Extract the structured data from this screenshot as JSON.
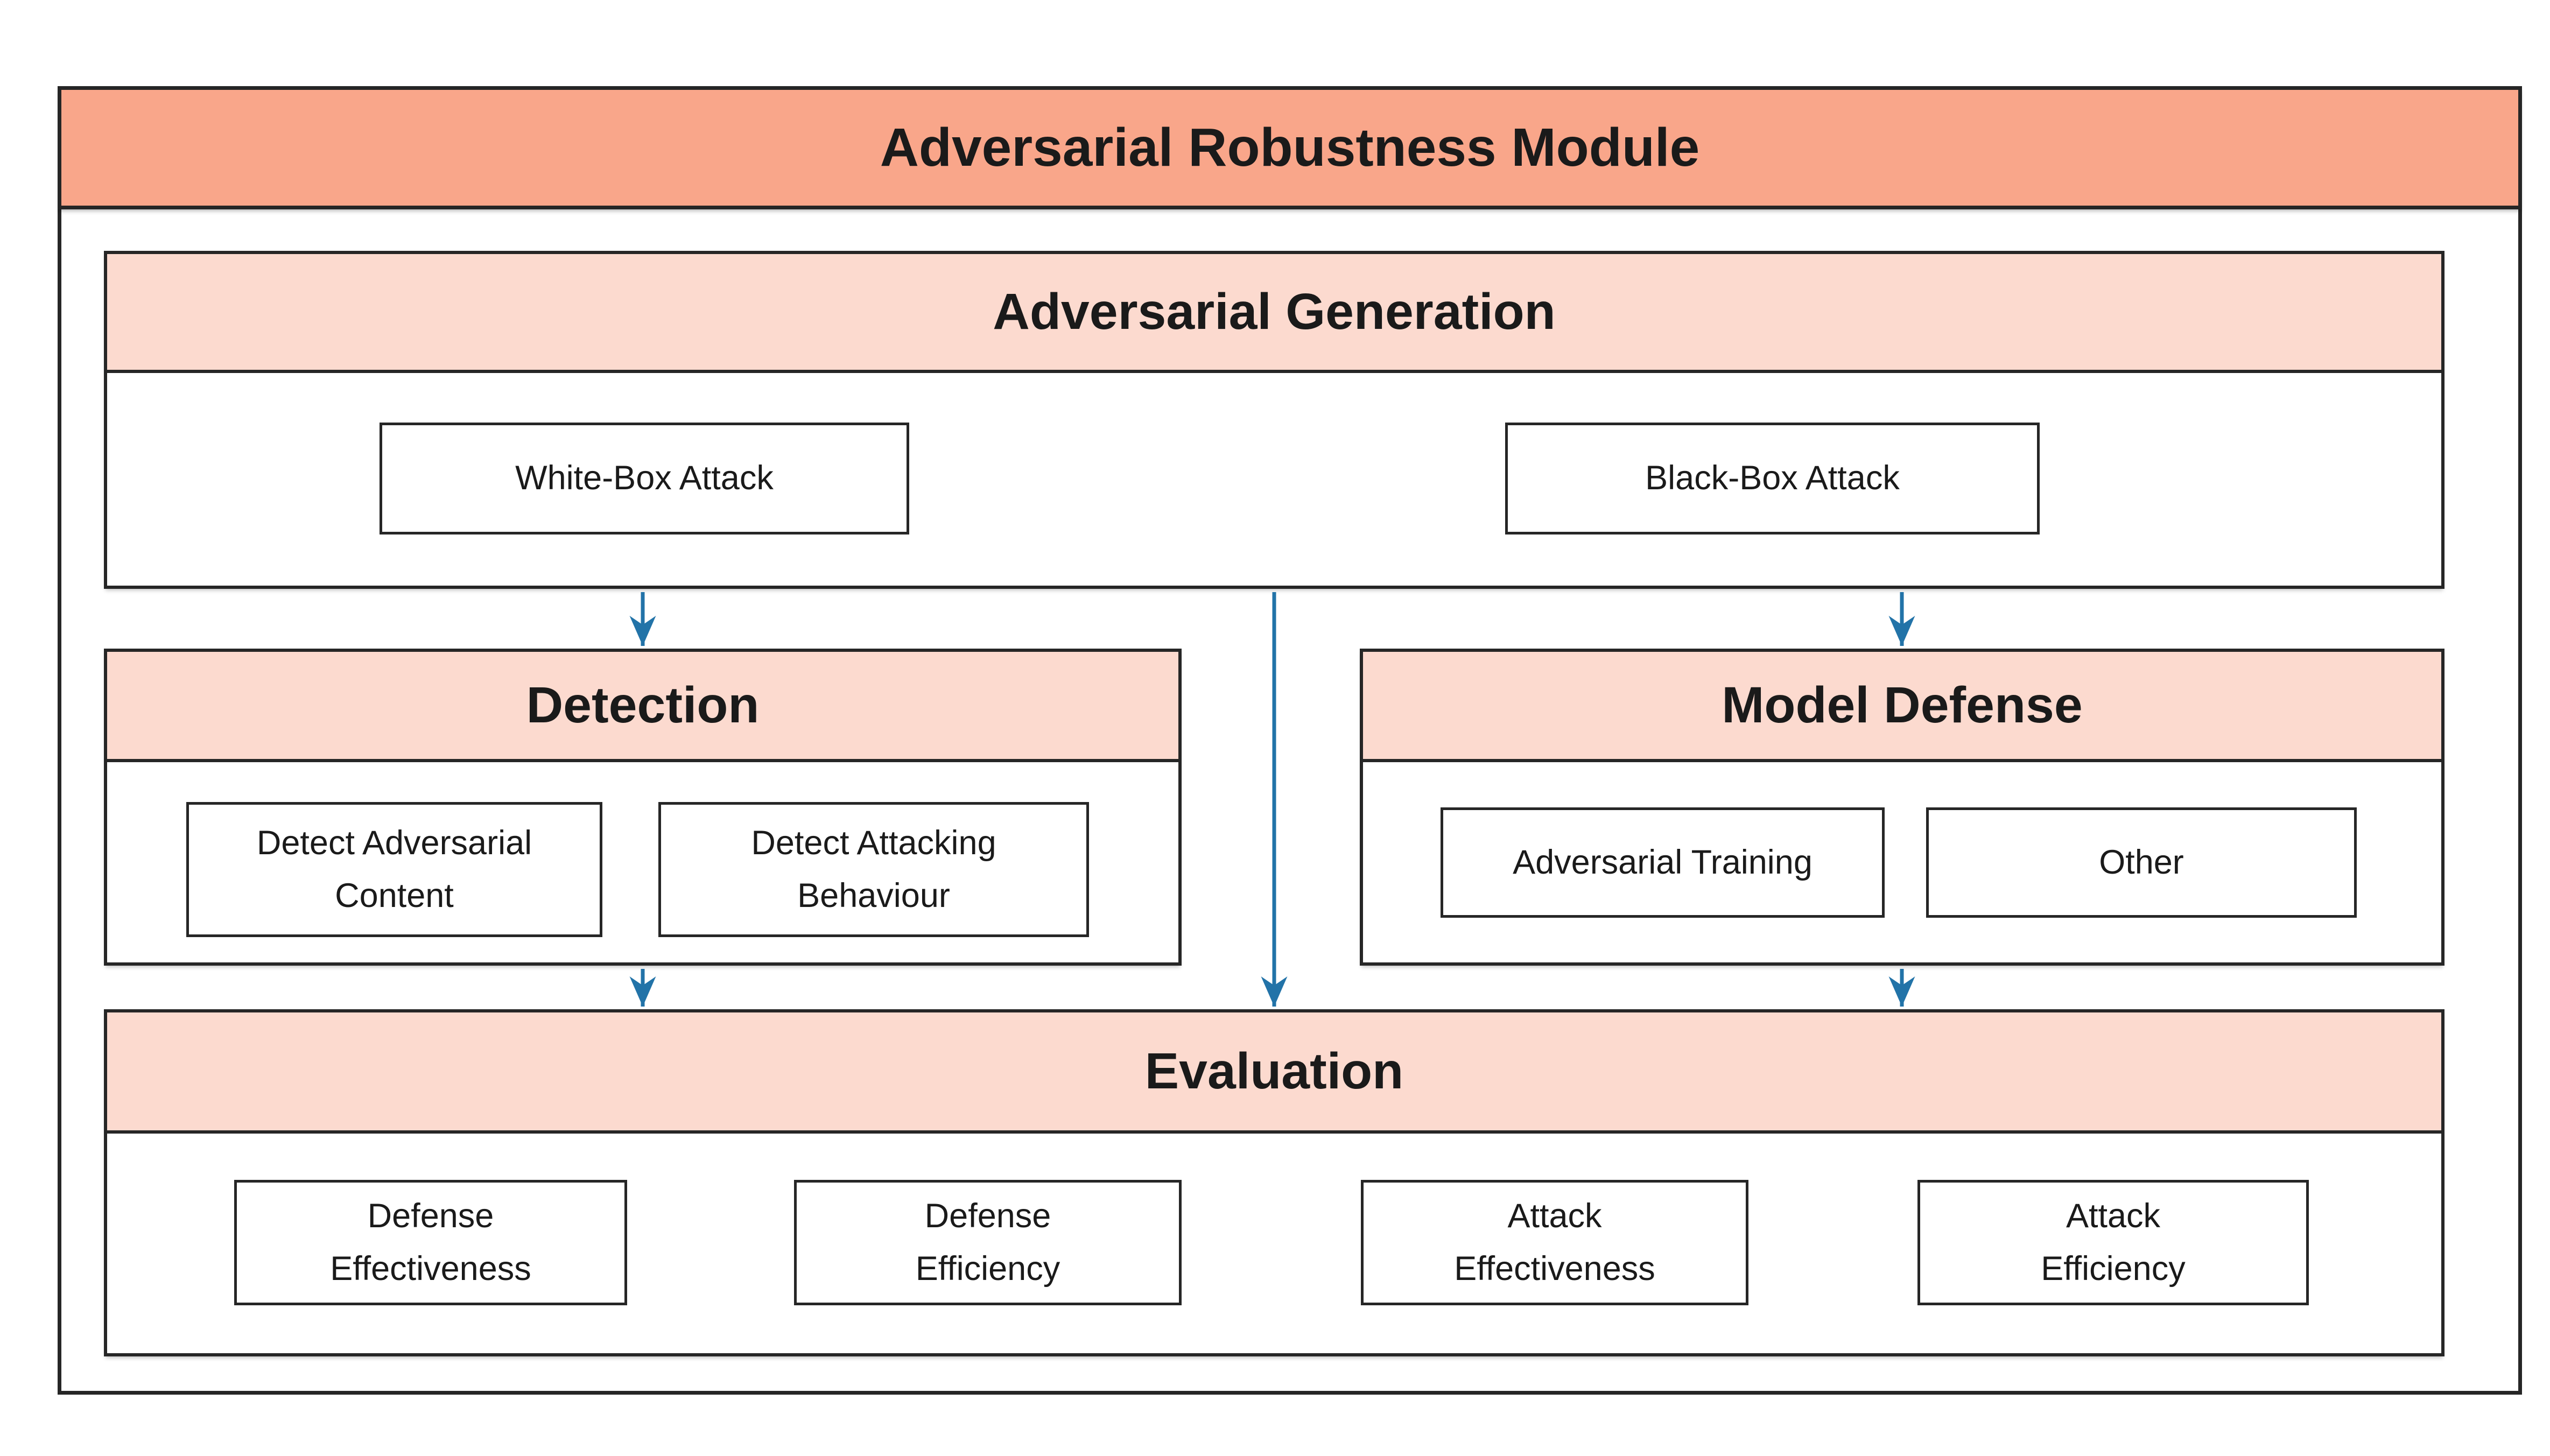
{
  "diagram": {
    "title": "Adversarial Robustness Module",
    "sections": {
      "generation": {
        "title": "Adversarial Generation",
        "items": [
          "White-Box Attack",
          "Black-Box Attack"
        ]
      },
      "detection": {
        "title": "Detection",
        "items": [
          "Detect Adversarial\nContent",
          "Detect Attacking\nBehaviour"
        ]
      },
      "defense": {
        "title": "Model Defense",
        "items": [
          "Adversarial Training",
          "Other"
        ]
      },
      "evaluation": {
        "title": "Evaluation",
        "items": [
          "Defense\nEffectiveness",
          "Defense\nEfficiency",
          "Attack\nEffectiveness",
          "Attack\nEfficiency"
        ]
      }
    },
    "connections": [
      {
        "from": "Adversarial Generation",
        "to": "Detection"
      },
      {
        "from": "Adversarial Generation",
        "to": "Model Defense"
      },
      {
        "from": "Adversarial Generation",
        "to": "Evaluation"
      },
      {
        "from": "Detection",
        "to": "Evaluation"
      },
      {
        "from": "Model Defense",
        "to": "Evaluation"
      }
    ],
    "colors": {
      "background": "#FFFFFF",
      "module_header_fill": "#F9A68A",
      "section_header_fill": "#FCDACF",
      "border": "#262626",
      "arrow": "#2273A8",
      "text": "#1A1A1A"
    }
  }
}
